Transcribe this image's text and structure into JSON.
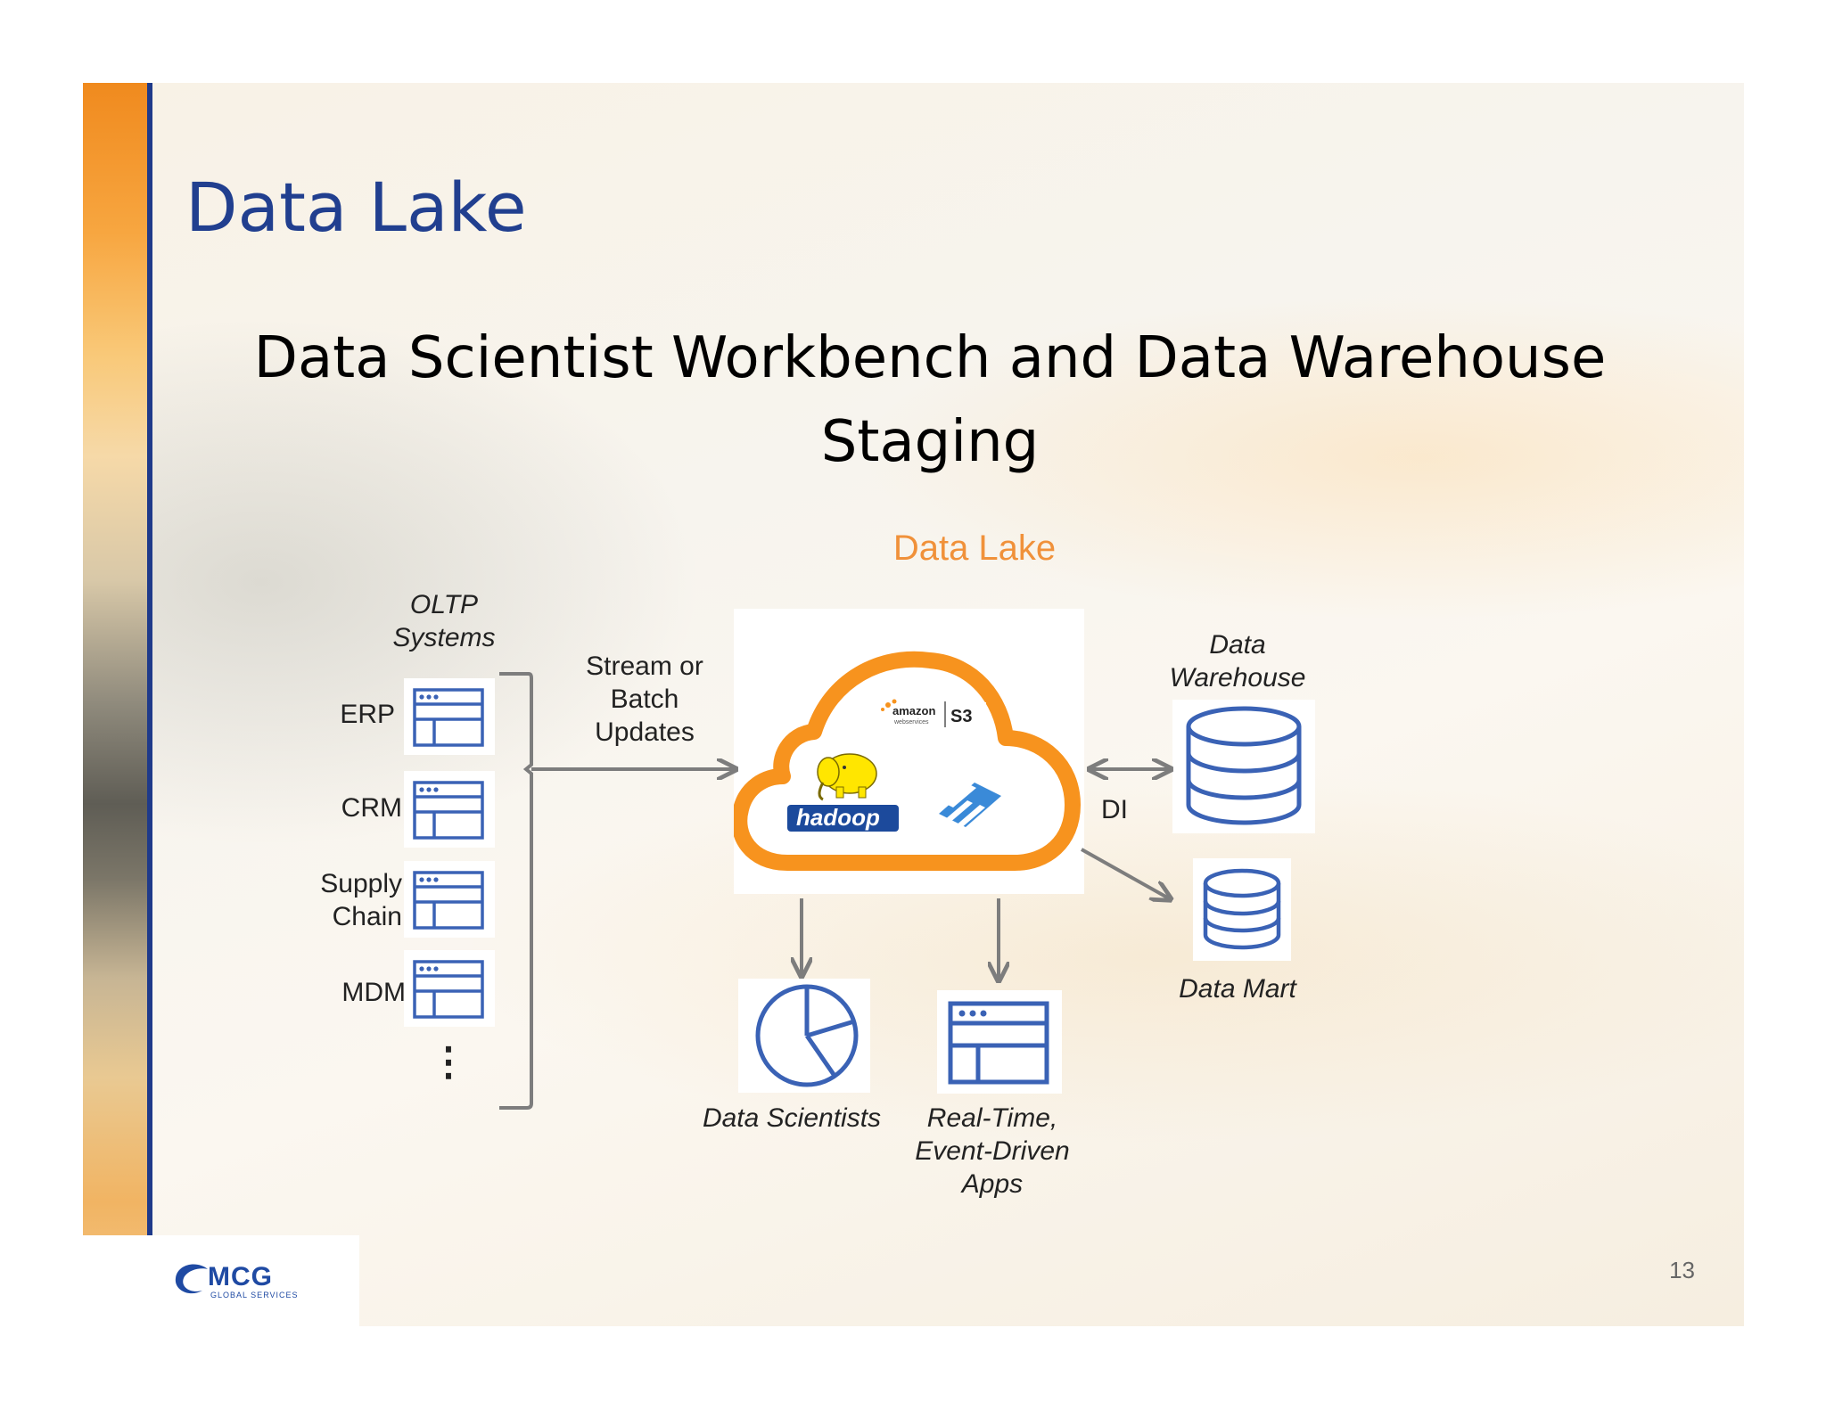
{
  "slide": {
    "title": "Data Lake",
    "subtitle_line1": "Data Scientist Workbench and Data Warehouse",
    "subtitle_line2": "Staging",
    "page_number": "13"
  },
  "diagram": {
    "center_label": "Data Lake",
    "sources_header_line1": "OLTP",
    "sources_header_line2": "Systems",
    "sources": [
      "ERP",
      "CRM",
      "Supply",
      "Chain",
      "MDM"
    ],
    "ellipsis": "⋮",
    "flow_line1": "Stream or",
    "flow_line2": "Batch",
    "flow_line3": "Updates",
    "cloud_logos": {
      "amazon": "amazon",
      "amazon_sub": "webservices",
      "s3": "S3",
      "hadoop": "hadoop"
    },
    "di_label": "DI",
    "warehouse_line1": "Data",
    "warehouse_line2": "Warehouse",
    "mart_label": "Data Mart",
    "consumers": {
      "scientists": "Data Scientists",
      "apps_line1": "Real-Time,",
      "apps_line2": "Event-Driven",
      "apps_line3": "Apps"
    },
    "colors": {
      "cloud": "#f7931e",
      "icon_blue": "#3a62b5",
      "arrow_gray": "#7d7d7d"
    }
  },
  "logo": {
    "text": "MCG",
    "sub": "GLOBAL SERVICES"
  }
}
